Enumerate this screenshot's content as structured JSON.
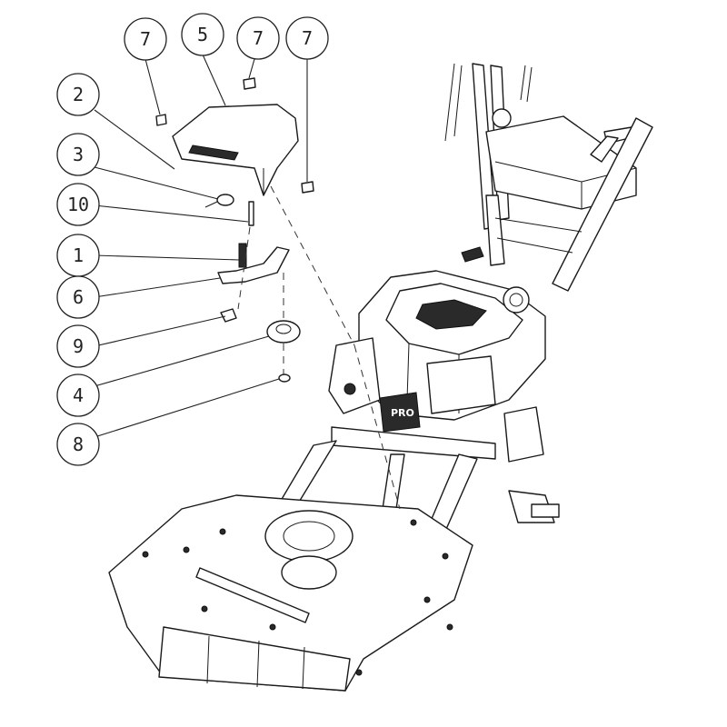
{
  "callouts": [
    {
      "id": "c7a",
      "label": "7"
    },
    {
      "id": "c5",
      "label": "5"
    },
    {
      "id": "c7b",
      "label": "7"
    },
    {
      "id": "c7c",
      "label": "7"
    },
    {
      "id": "c2",
      "label": "2"
    },
    {
      "id": "c3",
      "label": "3"
    },
    {
      "id": "c10",
      "label": "10"
    },
    {
      "id": "c1",
      "label": "1"
    },
    {
      "id": "c6",
      "label": "6"
    },
    {
      "id": "c9",
      "label": "9"
    },
    {
      "id": "c4",
      "label": "4"
    },
    {
      "id": "c8",
      "label": "8"
    }
  ],
  "engine_badge": "PRO"
}
